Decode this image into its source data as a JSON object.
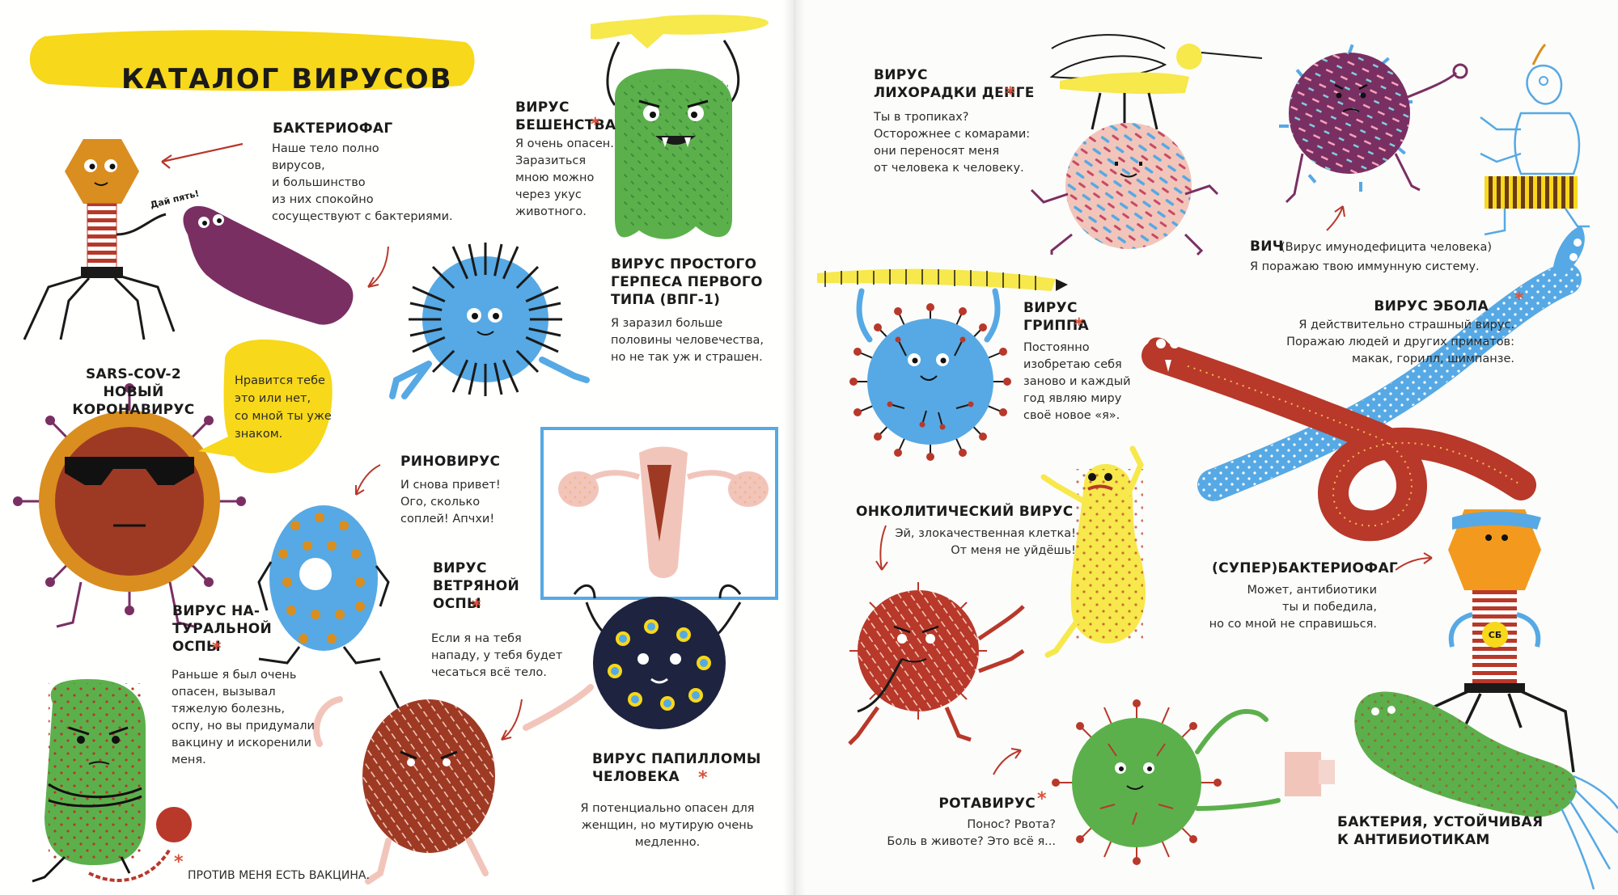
{
  "page_title": "Каталог вирусов",
  "star_symbol": "*",
  "bacteriophage": {
    "title": "Бактериофаг",
    "text": "Наше тело полно\nвирусов,\nи большинство\nиз них спокойно\nсосуществуют с бактериями.",
    "high_five": "Дай пять!"
  },
  "rabies": {
    "title": "Вирус\nбешенства",
    "text": "Я очень опасен.\nЗаразиться\nмною можно\nчерез укус\nживотного."
  },
  "herpes": {
    "title": "Вирус простого\nгерпеса первого\nтипа (ВПГ-1)",
    "text": "Я заразил больше\nполовины человечества,\nно не так уж и страшен."
  },
  "sars": {
    "title": "SARS-CoV-2\nновый коронавирус",
    "speech": "Нравится тебе\nэто или нет,\nсо мной ты уже\nзнаком."
  },
  "rhinovirus": {
    "title": "Риновирус",
    "text": "И снова привет!\nОго, сколько\nсоплей! Апчхи!"
  },
  "smallpox": {
    "title": "Вирус на-\nтуральной\nоспы",
    "text": "Раньше я был очень\nопасен, вызывал\nтяжелую болезнь,\nоспу, но вы придумали\nвакцину и искоренили\nменя."
  },
  "chickenpox": {
    "title": "Вирус\nветряной\nоспы",
    "text": "Если я на тебя\nнападу, у тебя будет\nчесаться всё тело."
  },
  "papilloma": {
    "title": "Вирус папилломы\nчеловека",
    "text": "Я потенциально опасен для\nженщин, но мутирую очень\nмедленно."
  },
  "vaccine_note": "Против меня есть вакцина.",
  "dengue": {
    "title": "Вирус\nлихорадки денге",
    "text": "Ты в тропиках?\nОсторожнее с комарами:\nони переносят меня\nот человека к человеку."
  },
  "hiv": {
    "title": "ВИЧ",
    "subtitle": "(Вирус имунодефицита человека)",
    "text": "Я поражаю твою иммунную систему."
  },
  "flu": {
    "title": "Вирус\nгриппа",
    "text": "Постоянно\nизобретаю себя\nзаново и каждый\nгод являю миру\nсвоё новое «я»."
  },
  "ebola": {
    "title": "Вирус Эбола",
    "text": "Я действительно страшный вирус.\nПоражаю людей и других приматов:\nмакак, горилл, шимпанзе."
  },
  "oncolytic": {
    "title": "Онколитический вирус",
    "text": "Эй, злокачественная клетка!\nОт меня не уйдёшь!"
  },
  "superphage": {
    "title": "(Супер)бактериофаг",
    "text": "Может, антибиотики\nты и победила,\nно со мной не справишься.",
    "badge": "СБ"
  },
  "rotavirus": {
    "title": "Ротавирус",
    "text": "Понос? Рвота?\nБоль в животе? Это всё я..."
  },
  "resistant_bacterium": {
    "title": "Бактерия, устойчивая\nк антибиотикам"
  },
  "colors": {
    "yellow": "#f7d81a",
    "red": "#b8382a",
    "blue": "#56a9e4",
    "green": "#5cb04c",
    "purple": "#7a2f63",
    "orange": "#d98e1f",
    "navy": "#1e2440",
    "pink": "#f2c5bb"
  }
}
